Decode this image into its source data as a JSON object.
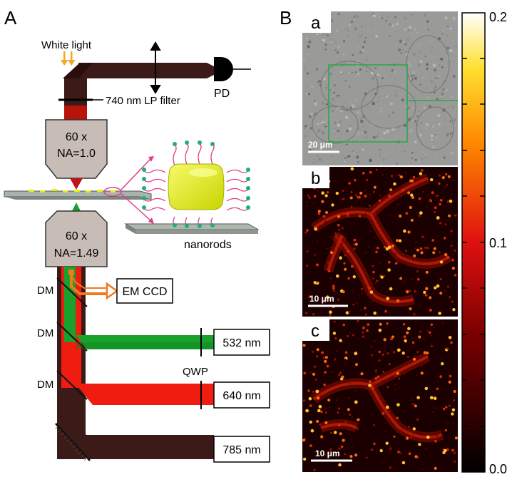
{
  "panel_A": {
    "label": "A",
    "white_light": "White light",
    "filter": "740 nm LP filter",
    "detector": "PD",
    "objective_top": {
      "mag": "60 x",
      "na": "NA=1.0"
    },
    "objective_bottom": {
      "mag": "60 x",
      "na": "NA=1.49"
    },
    "sample": "nanorods",
    "camera": "EM CCD",
    "dm_labels": [
      "DM",
      "DM",
      "DM"
    ],
    "qwp": "QWP",
    "lasers": [
      "532 nm",
      "640 nm",
      "785 nm"
    ]
  },
  "panel_B": {
    "label": "B",
    "subpanels": [
      {
        "label": "a",
        "scale_bar": "20 μm"
      },
      {
        "label": "b",
        "scale_bar": "10 μm"
      },
      {
        "label": "c",
        "scale_bar": "10 μm"
      }
    ],
    "colorbar": {
      "max": "0.2",
      "mid": "0.1",
      "min": "0.0"
    }
  },
  "colors": {
    "dark_beam": "#3b1a17",
    "red_beam": "#f01c10",
    "green_beam": "#18a12b",
    "orange_path": "#f07a1e",
    "nanorod": "#e8f010",
    "objective_fill": "#c8bdb6"
  }
}
